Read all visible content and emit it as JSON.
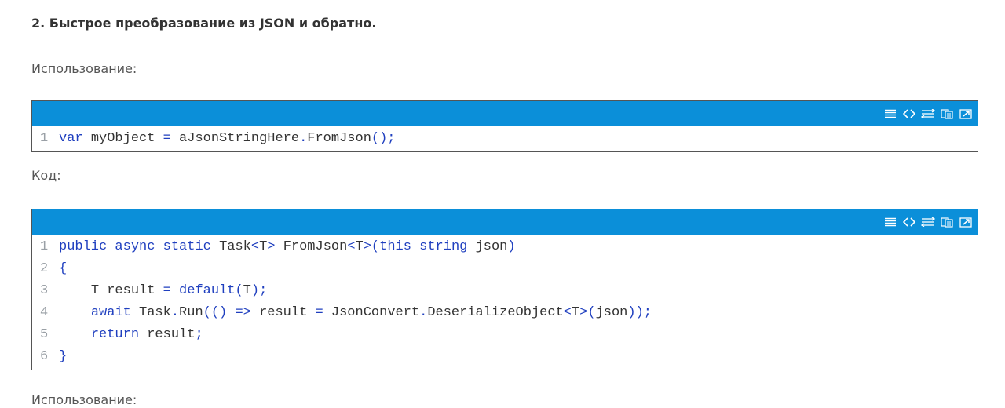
{
  "heading": "2. Быстрое преобразование из JSON и обратно.",
  "usage_label_1": "Использование:",
  "code_label": "Код:",
  "usage_label_2": "Использование:",
  "toolbar_icons": [
    "view-source-icon",
    "toggle-code-icon",
    "wrap-lines-icon",
    "copy-icon",
    "expand-icon"
  ],
  "accent_color": "#0b8fd9",
  "block1": {
    "lines": [
      {
        "num": "1",
        "text": "var myObject = aJsonStringHere.FromJson();"
      }
    ]
  },
  "block2": {
    "lines": [
      {
        "num": "1",
        "text": "public async static Task<T> FromJson<T>(this string json)"
      },
      {
        "num": "2",
        "text": "{"
      },
      {
        "num": "3",
        "text": "    T result = default(T);"
      },
      {
        "num": "4",
        "text": "    await Task.Run(() => result = JsonConvert.DeserializeObject<T>(json));"
      },
      {
        "num": "5",
        "text": "    return result;"
      },
      {
        "num": "6",
        "text": "}"
      }
    ]
  }
}
